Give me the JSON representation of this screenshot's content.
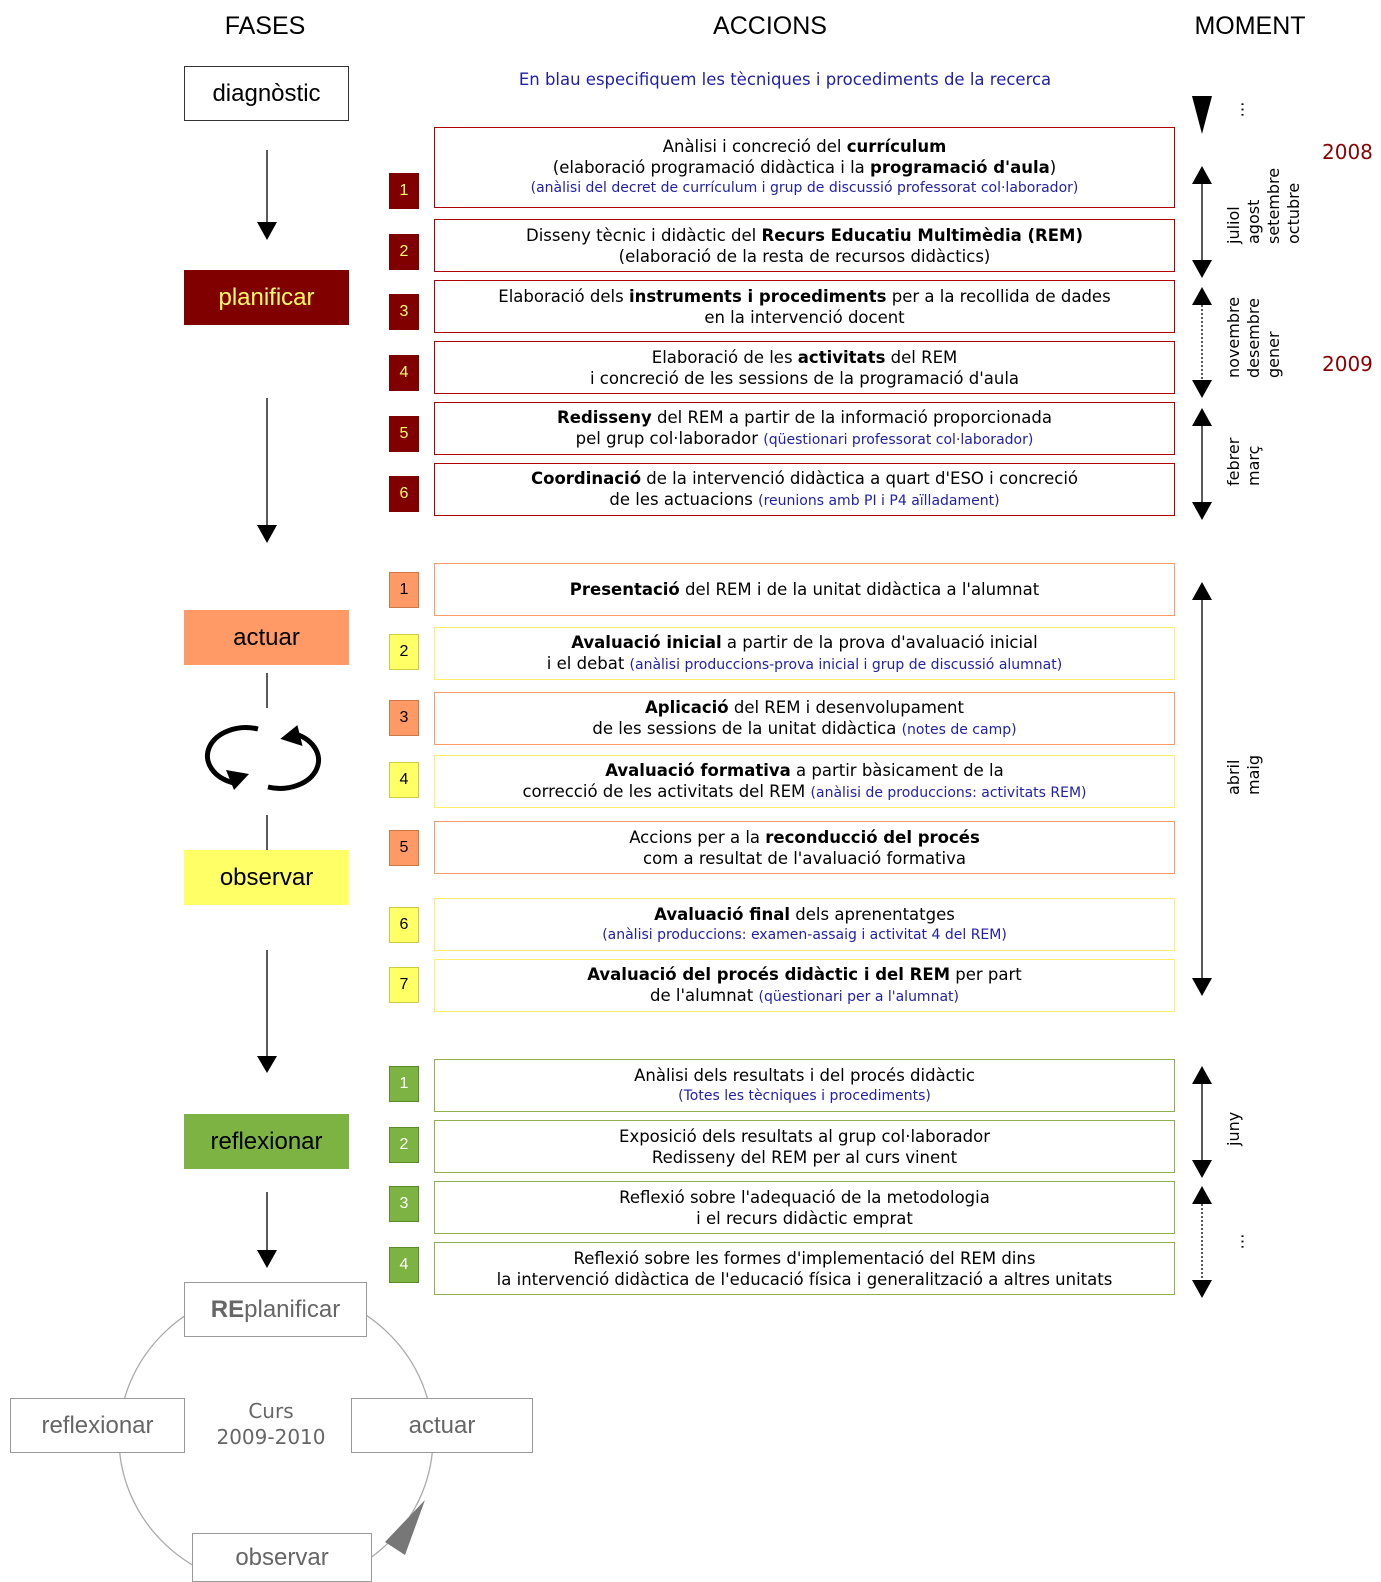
{
  "headers": {
    "fases": "FASES",
    "accions": "ACCIONS",
    "moment": "MOMENT"
  },
  "note": "En blau especifiquem les tècniques i procediments de la recerca",
  "phases": {
    "diagnostic": "diagnòstic",
    "planificar": "planificar",
    "actuar": "actuar",
    "observar": "observar",
    "reflexionar": "reflexionar"
  },
  "colors": {
    "planificar": "#800000",
    "actuar": "#ff9966",
    "observar": "#ffff66",
    "reflexionar": "#7cb342",
    "blue_text": "#1f1fa8",
    "year": "#8b0000"
  },
  "plan_actions": [
    {
      "num": "1",
      "pre": "Anàlisi i concreció del ",
      "bold": "currículum",
      "line2_pre": "(elaboració programació didàctica i la ",
      "line2_bold": "programació d'aula",
      "line2_post": ")",
      "blue": "(anàlisi del decret de currículum i grup de discussió professorat col·laborador)"
    },
    {
      "num": "2",
      "pre": "Disseny tècnic i didàctic del ",
      "bold": "Recurs Educatiu Multimèdia (REM)",
      "line2": "(elaboració de la resta de recursos didàctics)"
    },
    {
      "num": "3",
      "pre": "Elaboració dels ",
      "bold": "instruments i procediments",
      "post": " per a la recollida de dades",
      "line2": "en la intervenció docent"
    },
    {
      "num": "4",
      "pre": "Elaboració de les ",
      "bold": "activitats",
      "post": " del REM",
      "line2": "i concreció de les sessions de la programació d'aula"
    },
    {
      "num": "5",
      "bold": "Redisseny",
      "post": " del REM a partir de la informació proporcionada",
      "line2": "pel grup col·laborador ",
      "blue": "(qüestionari professorat col·laborador)"
    },
    {
      "num": "6",
      "bold": "Coordinació",
      "post": " de la intervenció didàctica a quart d'ESO i concreció",
      "line2": "de les actuacions ",
      "blue": "(reunions amb PI i P4 aïlladament)"
    }
  ],
  "act_actions": [
    {
      "num": "1",
      "bold": "Presentació",
      "post": " del REM i de la unitat didàctica a l'alumnat"
    },
    {
      "num": "2",
      "bold": "Avaluació inicial",
      "post": " a partir de la prova d'avaluació inicial",
      "line2": "i el debat ",
      "blue": "(anàlisi produccions-prova inicial i grup de discussió alumnat)"
    },
    {
      "num": "3",
      "bold": "Aplicació",
      "post": " del REM i desenvolupament",
      "line2": "de les sessions de la unitat didàctica  ",
      "blue": "(notes de camp)"
    },
    {
      "num": "4",
      "bold": "Avaluació formativa",
      "post": " a partir bàsicament de la",
      "line2": "correcció de les activitats del REM ",
      "blue": "(anàlisi de produccions: activitats REM)"
    },
    {
      "num": "5",
      "pre": "Accions per a la ",
      "bold": "reconducció del procés",
      "line2": "com a resultat de l'avaluació formativa"
    },
    {
      "num": "6",
      "bold": "Avaluació final",
      "post": " dels aprenentatges",
      "blue": "(anàlisi produccions: examen-assaig i activitat 4 del REM)"
    },
    {
      "num": "7",
      "bold": "Avaluació del procés didàctic i del REM",
      "post": " per part",
      "line2": "de l'alumnat ",
      "blue": "(qüestionari per a l'alumnat)"
    }
  ],
  "refl_actions": [
    {
      "num": "1",
      "line1": "Anàlisi dels resultats i del procés didàctic",
      "blue": "(Totes les tècniques i procediments)"
    },
    {
      "num": "2",
      "line1": "Exposició dels resultats al grup col·laborador",
      "line2": "Redisseny del REM per al curs vinent"
    },
    {
      "num": "3",
      "line1": "Reflexió sobre l'adequació de la metodologia",
      "line2": "i el recurs didàctic emprat"
    },
    {
      "num": "4",
      "line1": "Reflexió sobre les formes d'implementació del REM dins",
      "line2": "la intervenció didàctica de l'educació física i generalització a altres unitats"
    }
  ],
  "moments": {
    "m1": [
      "juliol",
      "agost",
      "setembre",
      "octubre"
    ],
    "m2": [
      "novembre",
      "desembre",
      "gener"
    ],
    "m3": [
      "febrer",
      "març"
    ],
    "m4": [
      "abril",
      "maig"
    ],
    "m5": [
      "juny"
    ],
    "ellipsis": "…"
  },
  "years": {
    "y1": "2008",
    "y2": "2009"
  },
  "cycle": {
    "re_bold": "RE",
    "re_rest": "planificar",
    "reflexionar": "reflexionar",
    "actuar": "actuar",
    "observar": "observar",
    "curs": "Curs",
    "years": "2009-2010"
  }
}
